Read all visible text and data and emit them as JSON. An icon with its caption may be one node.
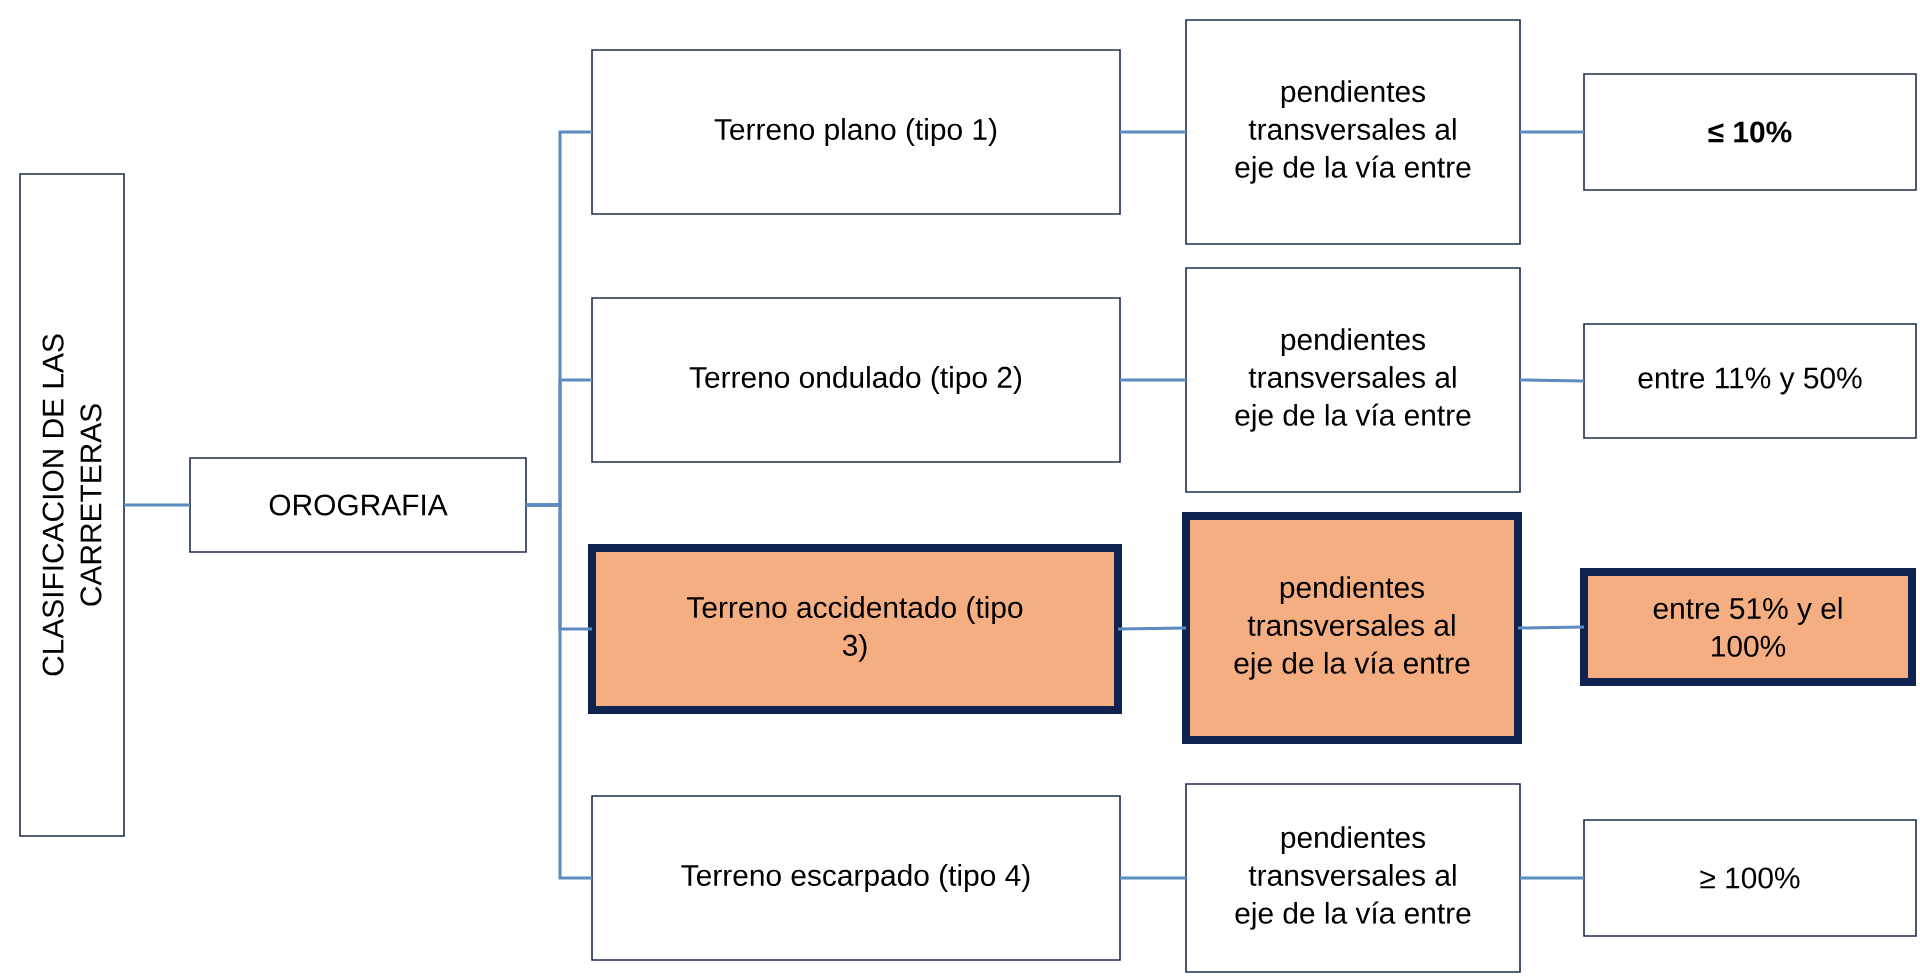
{
  "diagram": {
    "nodes": [
      {
        "text": [
          "CLASIFICACION DE LAS CARRETERAS"
        ]
      },
      {
        "text": [
          "OROGRAFIA"
        ]
      },
      {
        "text": [
          "Terreno plano (tipo 1)"
        ]
      },
      {
        "text": [
          "pendientes transversales al eje de la vía entre"
        ]
      },
      {
        "text": [
          "≤ 10%"
        ]
      },
      {
        "text": [
          "Terreno ondulado (tipo 2)"
        ]
      },
      {
        "text": [
          "pendientes transversales al eje de la vía entre"
        ]
      },
      {
        "text": [
          "entre 11% y 50%"
        ]
      },
      {
        "text": [
          "Terreno accidentado (tipo 3)"
        ]
      },
      {
        "text": [
          "pendientes transversales al eje de la vía entre"
        ]
      },
      {
        "text": [
          "entre 51% y el 100%"
        ]
      },
      {
        "text": [
          "Terreno escarpado (tipo 4)"
        ]
      },
      {
        "text": [
          "pendientes transversales al eje de la vía entre"
        ]
      },
      {
        "text": [
          "≥ 100%"
        ]
      }
    ],
    "edges": [
      {
        "from": 0,
        "to": 1,
        "arrow": "none"
      },
      {
        "from": 1,
        "to": 2,
        "arrow": "none"
      },
      {
        "from": 1,
        "to": 5,
        "arrow": "none"
      },
      {
        "from": 1,
        "to": 8,
        "arrow": "none"
      },
      {
        "from": 1,
        "to": 11,
        "arrow": "none"
      },
      {
        "from": 2,
        "to": 3,
        "arrow": "none"
      },
      {
        "from": 3,
        "to": 4,
        "arrow": "none"
      },
      {
        "from": 5,
        "to": 6,
        "arrow": "none"
      },
      {
        "from": 6,
        "to": 7,
        "arrow": "none"
      },
      {
        "from": 8,
        "to": 9,
        "arrow": "none"
      },
      {
        "from": 9,
        "to": 10,
        "arrow": "none"
      },
      {
        "from": 11,
        "to": 12,
        "arrow": "none"
      },
      {
        "from": 12,
        "to": 13,
        "arrow": "none"
      }
    ]
  }
}
